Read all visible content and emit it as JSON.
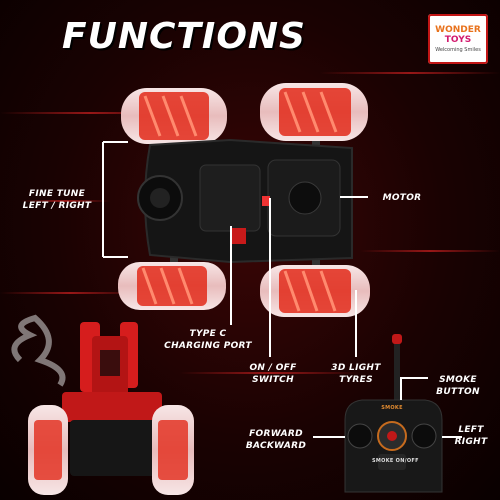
{
  "title": "FUNCTIONS",
  "logo": {
    "brand_line1": "WONDER",
    "brand_line2": "TOYS",
    "tagline": "Welcoming Smiles"
  },
  "remote": {
    "brand": "SMOKE",
    "button_text": "SMOKE ON/OFF"
  },
  "labels": {
    "fine_tune_line1": "FINE TUNE",
    "fine_tune_line2": "LEFT / RIGHT",
    "motor": "MOTOR",
    "type_c_line1": "TYPE C",
    "type_c_line2": "CHARGING PORT",
    "on_off_line1": "ON / OFF",
    "on_off_line2": "SWITCH",
    "light_tyres_line1": "3D LIGHT",
    "light_tyres_line2": "TYRES",
    "smoke_line1": "SMOKE",
    "smoke_line2": "BUTTON",
    "forward_line1": "FORWARD",
    "forward_line2": "BACKWARD",
    "left_right_line1": "LEFT",
    "left_right_line2": "RIGHT"
  },
  "colors": {
    "accent": "#e31b1b",
    "tyre": "#f2d9d9",
    "chassis": "#141414",
    "background": "#1a0202"
  }
}
